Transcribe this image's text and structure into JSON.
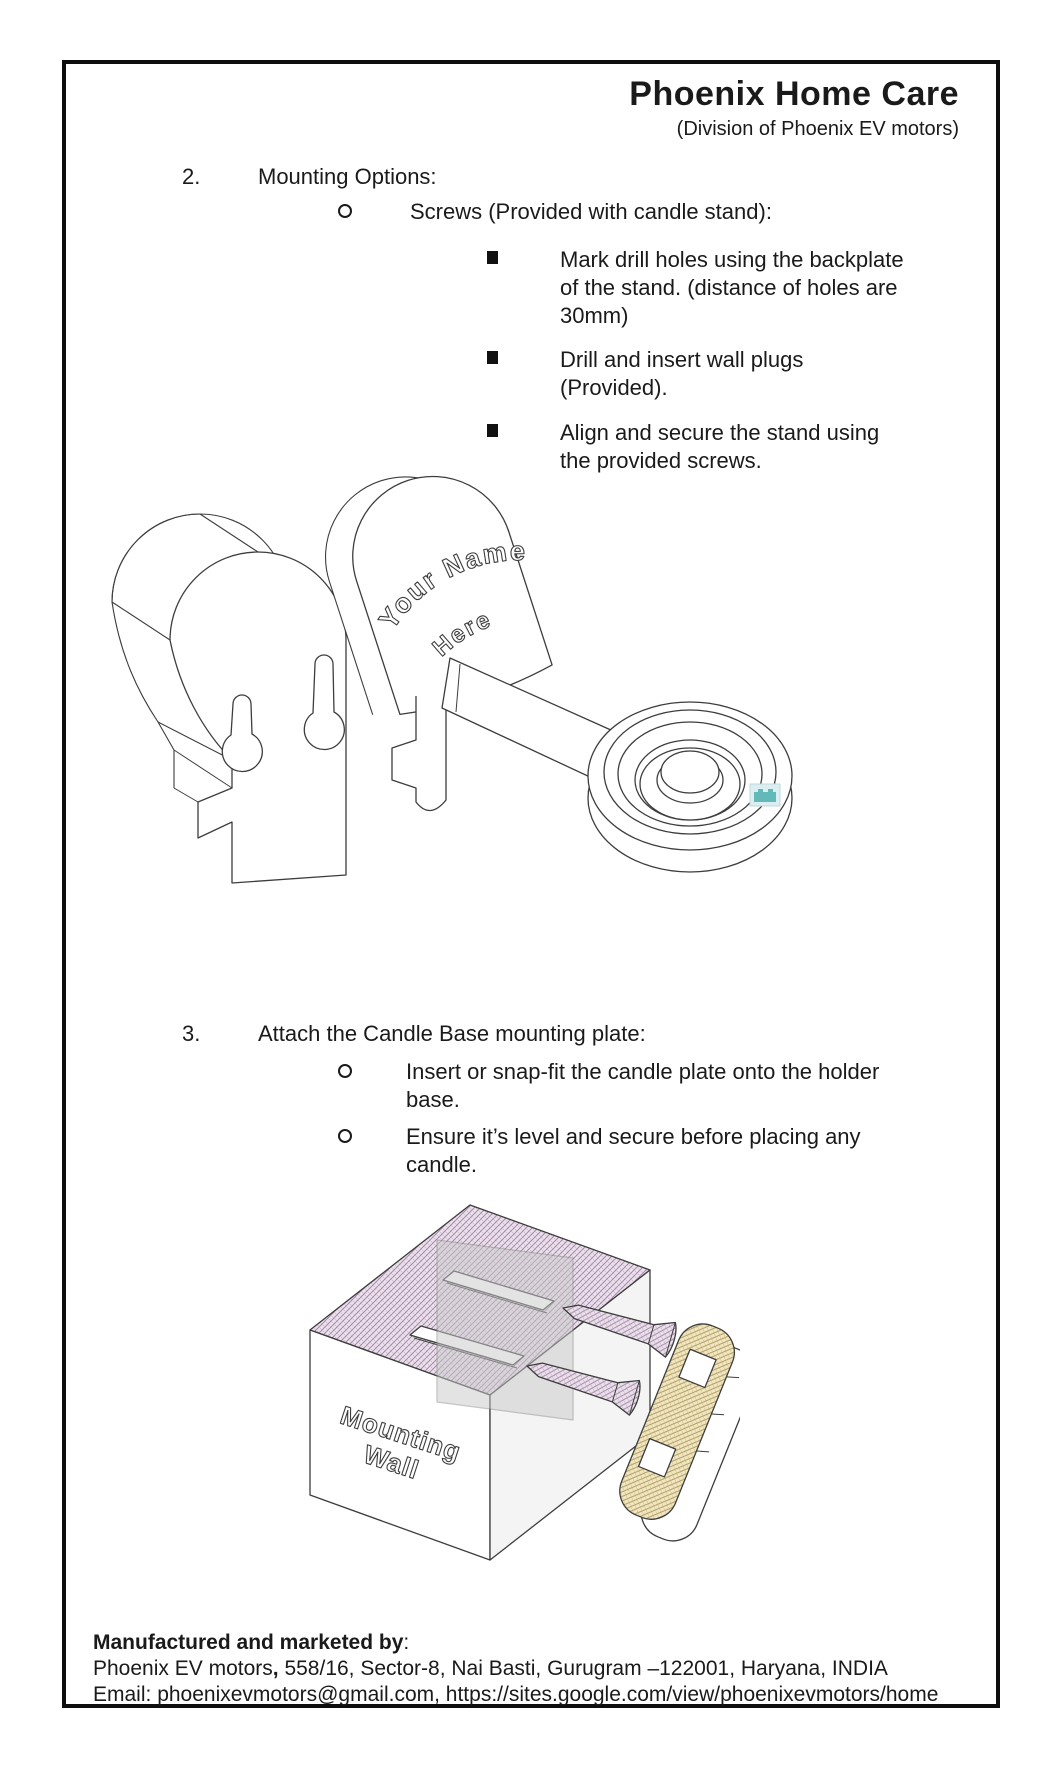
{
  "header": {
    "title": "Phoenix Home Care",
    "subtitle": "(Division of Phoenix EV motors)"
  },
  "section2": {
    "number": "2.",
    "title": "Mounting Options:",
    "bullet": {
      "text": "Screws (Provided with candle stand):",
      "items": [
        {
          "lines": [
            "Mark drill holes using the backplate",
            "of the stand. (distance of holes are",
            "30mm)"
          ]
        },
        {
          "lines": [
            "Drill and insert wall plugs",
            "(Provided)."
          ]
        },
        {
          "lines": [
            "Align and secure the stand using",
            "the provided screws."
          ]
        }
      ]
    }
  },
  "section3": {
    "number": "3.",
    "title": "Attach the Candle Base mounting plate:",
    "bullets": [
      {
        "lines": [
          "Insert or snap-fit the candle plate onto the holder",
          "base."
        ]
      },
      {
        "lines": [
          "Ensure it’s level and secure before placing any",
          "candle."
        ]
      }
    ]
  },
  "figure1": {
    "description": "Isometric CAD drawing of wall backplate with keyhole slots and candle stand arm with round holder base",
    "embossed_line1": "Your Name",
    "embossed_line2": "Here"
  },
  "figure2": {
    "description": "Isometric exploded view of mounting wall, two countersunk screws and backplate",
    "wall_label_line1": "Mounting",
    "wall_label_line2": "Wall"
  },
  "footer": {
    "heading_bold": "Manufactured and marketed by",
    "heading_colon": ":",
    "address_name": "Phoenix EV motors",
    "address_bold_comma": ",",
    "address_rest": " 558/16, Sector-8, Nai Basti, Gurugram –122001, Haryana, INDIA",
    "contact_label": "Email: ",
    "email": "phoenixevmotors@gmail.com",
    "separator": ", ",
    "url": "https://sites.google.com/view/phoenixevmotors/home"
  },
  "colors": {
    "line": "#3d3d3d",
    "teal_marker": "#63b8ba",
    "teal_marker_bg": "#ddeef0",
    "wall_hatch_bg": "#ebdfec",
    "wall_hatch_line": "#9c85a0",
    "bracket_hatch_bg": "#f2e6c0",
    "bracket_hatch_line": "#a6955c",
    "glass_plane": "#c9c9c9"
  }
}
